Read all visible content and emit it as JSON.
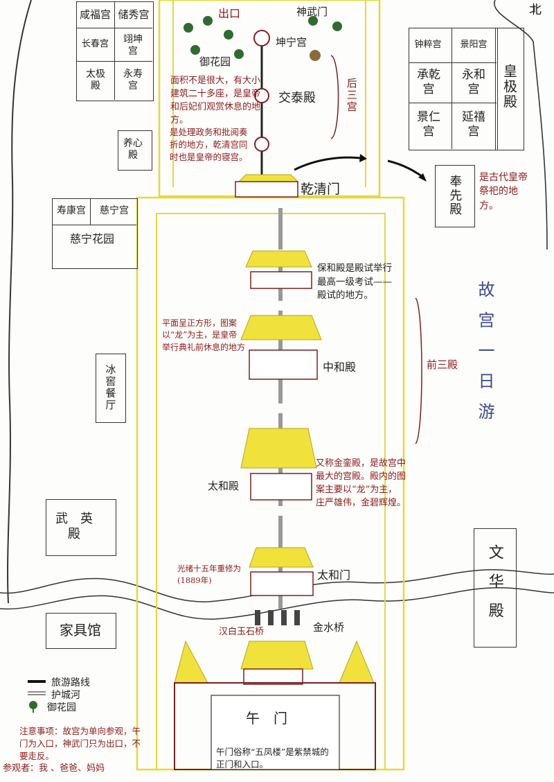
{
  "north": {
    "label": "北"
  },
  "title": "故宫一日游",
  "gates": {
    "exit": "出口",
    "shenwumen": "神武门",
    "qianqingmen": "乾清门",
    "taihemen": "太和门",
    "wumen": "午门"
  },
  "inner_court": {
    "yuhuayuan": "御花园",
    "kunninggong": "坤宁宫",
    "jiaotaidian": "交泰殿",
    "houting_label": "后三宫",
    "jiaotai_note": "面积不是很大，有大小建筑二十多座，是皇帝和后妃们观赏休息的地方。",
    "qianqing_note": "是处理政务和批阅奏折的地方，乾清宫同时也是皇帝的寝宫。"
  },
  "west_grid": {
    "row1": [
      "咸福宫",
      "储秀宫"
    ],
    "row2": [
      "长春宫",
      "翊坤宫"
    ],
    "row3": [
      "太极殿",
      "永寿宫"
    ]
  },
  "east_grid": {
    "row1": [
      "钟粹宫",
      "景阳宫"
    ],
    "row2": [
      "承乾宫",
      "永和宫"
    ],
    "row3": [
      "景仁宫",
      "延禧宫"
    ]
  },
  "huangjidian": "皇极殿",
  "yangxindian": "养心殿",
  "fengxiandian": "奉先殿",
  "fengxian_note": "是古代皇帝祭祀的地方。",
  "cining": {
    "shoukang": "寿康宫",
    "cininggong": "慈宁宫",
    "garden": "慈宁花园"
  },
  "outer_court": {
    "baohedian_note": "保和殿是殿试举行最高一级考试——殿试的地方。",
    "zhonghedian": "中和殿",
    "zhonghe_note": "平面呈正方形，图案以“龙”为主，是皇帝举行典礼前休息的地方",
    "qiansan_label": "前三殿",
    "taihedian": "太和殿",
    "taihe_note": "又称金銮殿，是故宫中最大的宫殿。殿内的图案主要以“龙”为主，庄严雄伟，金碧辉煌。",
    "taihemen_note": "光绪十五年重修为(1889年)"
  },
  "bingjiao": "冰窖餐厅",
  "wuyingdian": "武英殿",
  "wenhuadian": "文华殿",
  "furniture": "家具馆",
  "bridge": {
    "hanbaiyu": "汉白玉石桥",
    "jinshuiqiao": "金水桥"
  },
  "wumen_note": "午门俗称“五凤楼”是紫禁城的正门和入口。",
  "legend": {
    "route": "旅游路线",
    "moat": "护城河",
    "garden": "御花园"
  },
  "notes": "注意事项：故宫为单向参观，午门为入口，神武门只为出口，不要走反。",
  "visitors": "参观者：我 、爸爸、妈妈",
  "colors": {
    "wall": "#e8d73a",
    "roof": "#f0e23a",
    "brick": "#7a1f1f",
    "route": "#222222",
    "note_red": "#8b1a1a",
    "blue_title": "#3a4a8a"
  }
}
